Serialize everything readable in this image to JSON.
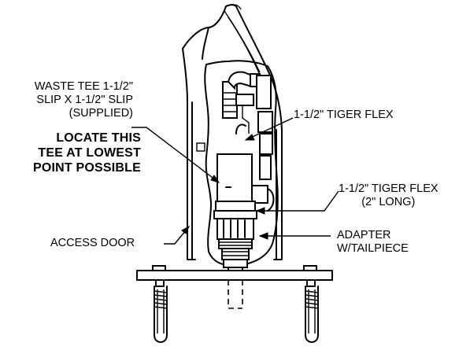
{
  "labels": {
    "waste_tee_line1": "WASTE TEE 1-1/2\"",
    "waste_tee_line2": "SLIP X 1-1/2\" SLIP",
    "waste_tee_line3": "(SUPPLIED)",
    "locate_line1": "LOCATE THIS",
    "locate_line2": "TEE AT LOWEST",
    "locate_line3": "POINT POSSIBLE",
    "tiger_flex_top": "1-1/2\" TIGER FLEX",
    "tiger_flex_mid_line1": "1-1/2\" TIGER FLEX",
    "tiger_flex_mid_line2": "(2\" LONG)",
    "access_door": "ACCESS DOOR",
    "adapter_line1": "ADAPTER",
    "adapter_line2": "W/TAILPIECE"
  },
  "colors": {
    "ink": "#000000",
    "paper": "#ffffff"
  }
}
